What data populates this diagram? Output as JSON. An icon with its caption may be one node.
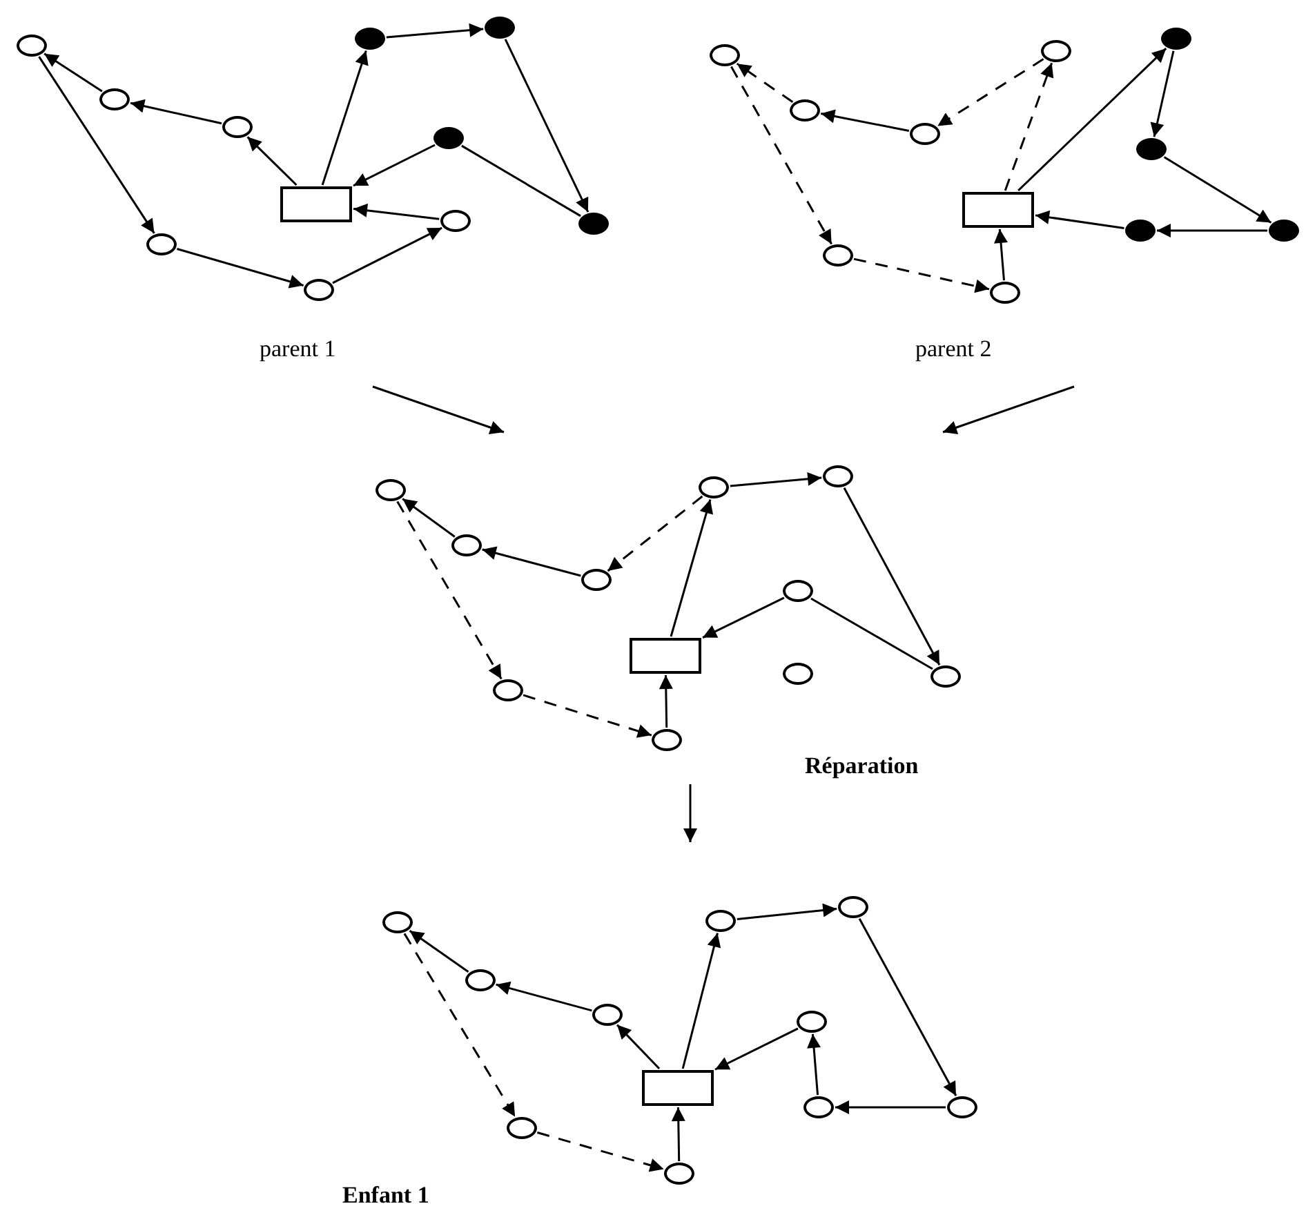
{
  "diagram": {
    "nodes": [
      {
        "text": [],
        "shape": "box"
      },
      {
        "text": [],
        "shape": "circle"
      },
      {
        "text": [],
        "shape": "circle"
      },
      {
        "text": [],
        "shape": "circle"
      },
      {
        "text": [],
        "shape": "circle"
      },
      {
        "text": [],
        "shape": "circle"
      },
      {
        "text": [],
        "shape": "circle"
      },
      {
        "text": [],
        "shape": "dot"
      },
      {
        "text": [],
        "shape": "dot"
      },
      {
        "text": [],
        "shape": "dot"
      },
      {
        "text": [],
        "shape": "dot"
      },
      {
        "text": [],
        "shape": "box"
      },
      {
        "text": [],
        "shape": "circle"
      },
      {
        "text": [],
        "shape": "circle"
      },
      {
        "text": [],
        "shape": "circle"
      },
      {
        "text": [],
        "shape": "circle"
      },
      {
        "text": [],
        "shape": "circle"
      },
      {
        "text": [],
        "shape": "circle"
      },
      {
        "text": [],
        "shape": "dot"
      },
      {
        "text": [],
        "shape": "dot"
      },
      {
        "text": [],
        "shape": "dot"
      },
      {
        "text": [],
        "shape": "dot"
      },
      {
        "text": [],
        "shape": "box"
      },
      {
        "text": [],
        "shape": "circle"
      },
      {
        "text": [],
        "shape": "circle"
      },
      {
        "text": [],
        "shape": "circle"
      },
      {
        "text": [],
        "shape": "circle"
      },
      {
        "text": [],
        "shape": "circle"
      },
      {
        "text": [],
        "shape": "circle"
      },
      {
        "text": [],
        "shape": "circle"
      },
      {
        "text": [],
        "shape": "circle"
      },
      {
        "text": [],
        "shape": "circle"
      },
      {
        "text": [],
        "shape": "circle"
      },
      {
        "text": [],
        "shape": "box"
      },
      {
        "text": [],
        "shape": "circle"
      },
      {
        "text": [],
        "shape": "circle"
      },
      {
        "text": [],
        "shape": "circle"
      },
      {
        "text": [],
        "shape": "circle"
      },
      {
        "text": [],
        "shape": "circle"
      },
      {
        "text": [],
        "shape": "circle"
      },
      {
        "text": [],
        "shape": "circle"
      },
      {
        "text": [],
        "shape": "circle"
      },
      {
        "text": [],
        "shape": "circle"
      },
      {
        "text": [],
        "shape": "circle"
      }
    ],
    "edges": [
      {
        "from": 0,
        "to": 3,
        "arrow": "to"
      },
      {
        "from": 3,
        "to": 2,
        "arrow": "to"
      },
      {
        "from": 2,
        "to": 1,
        "arrow": "to"
      },
      {
        "from": 1,
        "to": 4,
        "arrow": "to"
      },
      {
        "from": 4,
        "to": 5,
        "arrow": "to"
      },
      {
        "from": 5,
        "to": 6,
        "arrow": "to"
      },
      {
        "from": 6,
        "to": 0,
        "arrow": "to"
      },
      {
        "from": 0,
        "to": 7,
        "arrow": "to"
      },
      {
        "from": 7,
        "to": 8,
        "arrow": "to"
      },
      {
        "from": 8,
        "to": 10,
        "arrow": "to"
      },
      {
        "from": 10,
        "to": 9,
        "arrow": "none"
      },
      {
        "from": 9,
        "to": 0,
        "arrow": "to"
      },
      {
        "from": 11,
        "to": 15,
        "arrow": "to",
        "style": "dashed"
      },
      {
        "from": 15,
        "to": 14,
        "arrow": "to",
        "style": "dashed"
      },
      {
        "from": 14,
        "to": 13,
        "arrow": "to"
      },
      {
        "from": 13,
        "to": 12,
        "arrow": "to",
        "style": "dashed"
      },
      {
        "from": 12,
        "to": 16,
        "arrow": "to",
        "style": "dashed"
      },
      {
        "from": 16,
        "to": 17,
        "arrow": "to",
        "style": "dashed"
      },
      {
        "from": 17,
        "to": 11,
        "arrow": "to"
      },
      {
        "from": 11,
        "to": 18,
        "arrow": "to"
      },
      {
        "from": 18,
        "to": 19,
        "arrow": "to"
      },
      {
        "from": 19,
        "to": 20,
        "arrow": "to"
      },
      {
        "from": 20,
        "to": 21,
        "arrow": "to"
      },
      {
        "from": 21,
        "to": 11,
        "arrow": "to"
      },
      {
        "from": 22,
        "to": 26,
        "arrow": "to"
      },
      {
        "from": 26,
        "to": 25,
        "arrow": "to",
        "style": "dashed"
      },
      {
        "from": 25,
        "to": 24,
        "arrow": "to"
      },
      {
        "from": 24,
        "to": 23,
        "arrow": "to"
      },
      {
        "from": 23,
        "to": 28,
        "arrow": "to",
        "style": "dashed"
      },
      {
        "from": 28,
        "to": 29,
        "arrow": "to",
        "style": "dashed"
      },
      {
        "from": 29,
        "to": 22,
        "arrow": "to"
      },
      {
        "from": 26,
        "to": 27,
        "arrow": "to"
      },
      {
        "from": 27,
        "to": 32,
        "arrow": "to"
      },
      {
        "from": 32,
        "to": 30,
        "arrow": "none"
      },
      {
        "from": 30,
        "to": 22,
        "arrow": "to"
      },
      {
        "from": 33,
        "to": 36,
        "arrow": "to"
      },
      {
        "from": 36,
        "to": 35,
        "arrow": "to"
      },
      {
        "from": 35,
        "to": 34,
        "arrow": "to"
      },
      {
        "from": 34,
        "to": 39,
        "arrow": "to",
        "style": "dashed"
      },
      {
        "from": 39,
        "to": 40,
        "arrow": "to",
        "style": "dashed"
      },
      {
        "from": 40,
        "to": 33,
        "arrow": "to"
      },
      {
        "from": 33,
        "to": 37,
        "arrow": "to"
      },
      {
        "from": 37,
        "to": 38,
        "arrow": "to"
      },
      {
        "from": 38,
        "to": 43,
        "arrow": "to"
      },
      {
        "from": 43,
        "to": 42,
        "arrow": "to"
      },
      {
        "from": 42,
        "to": 41,
        "arrow": "to"
      },
      {
        "from": 41,
        "to": 33,
        "arrow": "to"
      }
    ],
    "labels": [
      "parent 1",
      "parent 2",
      "Réparation",
      "Enfant 1"
    ]
  }
}
